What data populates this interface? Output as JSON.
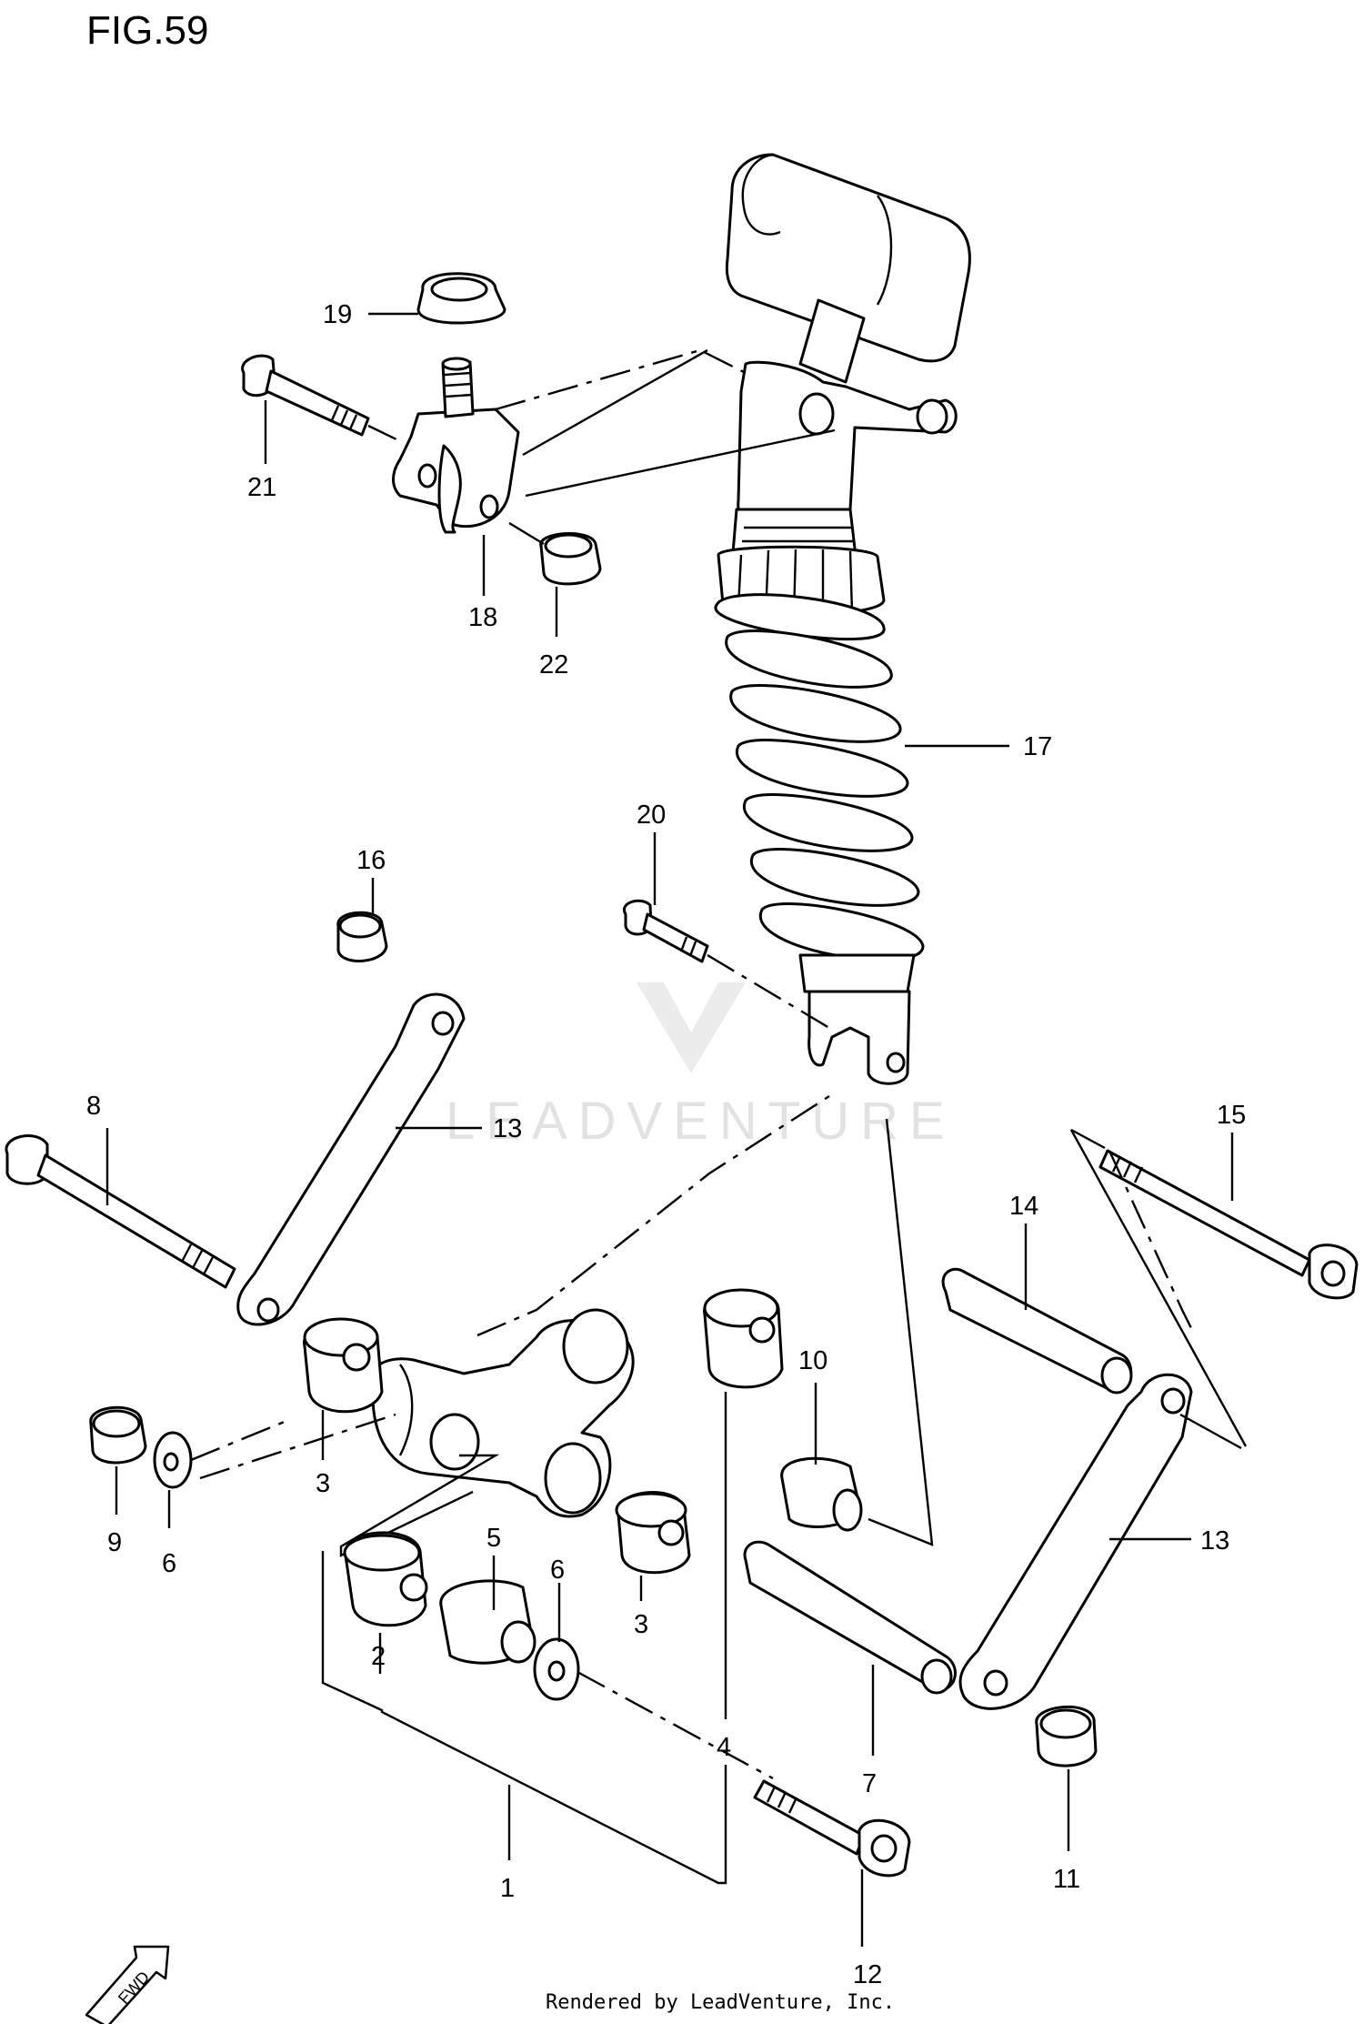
{
  "figure": {
    "title": "FIG.59",
    "footer": "Rendered by LeadVenture, Inc.",
    "watermark": "LEADVENTURE",
    "fwd_arrow_label": "FWD"
  },
  "callouts": [
    {
      "id": "c1",
      "label": "1"
    },
    {
      "id": "c2",
      "label": "2"
    },
    {
      "id": "c3a",
      "label": "3"
    },
    {
      "id": "c3b",
      "label": "3"
    },
    {
      "id": "c4",
      "label": "4"
    },
    {
      "id": "c5",
      "label": "5"
    },
    {
      "id": "c6a",
      "label": "6"
    },
    {
      "id": "c6b",
      "label": "6"
    },
    {
      "id": "c7",
      "label": "7"
    },
    {
      "id": "c8",
      "label": "8"
    },
    {
      "id": "c9",
      "label": "9"
    },
    {
      "id": "c10",
      "label": "10"
    },
    {
      "id": "c11",
      "label": "11"
    },
    {
      "id": "c12",
      "label": "12"
    },
    {
      "id": "c13a",
      "label": "13"
    },
    {
      "id": "c13b",
      "label": "13"
    },
    {
      "id": "c14",
      "label": "14"
    },
    {
      "id": "c15",
      "label": "15"
    },
    {
      "id": "c16",
      "label": "16"
    },
    {
      "id": "c17",
      "label": "17"
    },
    {
      "id": "c18",
      "label": "18"
    },
    {
      "id": "c19",
      "label": "19"
    },
    {
      "id": "c20",
      "label": "20"
    },
    {
      "id": "c21",
      "label": "21"
    },
    {
      "id": "c22",
      "label": "22"
    }
  ]
}
